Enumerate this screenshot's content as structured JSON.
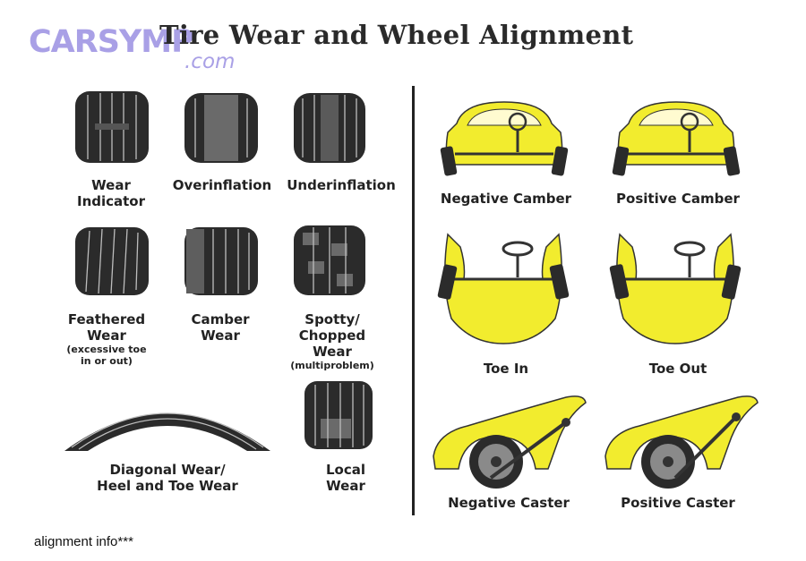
{
  "title": "Tire Wear and Wheel Alignment",
  "logo": {
    "text": "CARSYMP",
    "sub": ".com"
  },
  "tire_wear": [
    {
      "id": "wear-indicator",
      "lines": [
        "Wear",
        "Indicator"
      ]
    },
    {
      "id": "overinflation",
      "lines": [
        "Overinflation"
      ]
    },
    {
      "id": "underinflation",
      "lines": [
        "Underinflation"
      ]
    },
    {
      "id": "feathered-wear",
      "lines": [
        "Feathered",
        "Wear"
      ],
      "note": [
        "(excessive toe",
        "in or out)"
      ]
    },
    {
      "id": "camber-wear",
      "lines": [
        "Camber",
        "Wear"
      ]
    },
    {
      "id": "spotty-chopped-wear",
      "lines": [
        "Spotty/",
        "Chopped",
        "Wear"
      ],
      "note": [
        "(multiproblem)"
      ]
    },
    {
      "id": "diagonal-wear",
      "lines": [
        "Diagonal Wear/",
        "Heel and Toe Wear"
      ]
    },
    {
      "id": "local-wear",
      "lines": [
        "Local",
        "Wear"
      ]
    }
  ],
  "alignment": [
    {
      "id": "negative-camber",
      "label": "Negative Camber"
    },
    {
      "id": "positive-camber",
      "label": "Positive Camber"
    },
    {
      "id": "toe-in",
      "label": "Toe In"
    },
    {
      "id": "toe-out",
      "label": "Toe Out"
    },
    {
      "id": "negative-caster",
      "label": "Negative Caster"
    },
    {
      "id": "positive-caster",
      "label": "Positive Caster"
    }
  ],
  "caption": "alignment info***",
  "colors": {
    "car": "#f2ec2e",
    "tire": "#2b2b2b",
    "text": "#222222",
    "logo": "#a9a0e6"
  }
}
